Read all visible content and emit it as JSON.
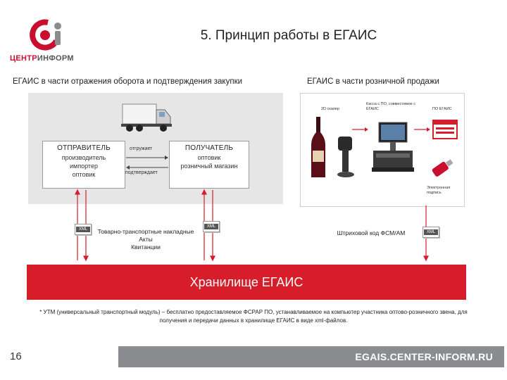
{
  "slide": {
    "title": "5. Принцип работы в ЕГАИС",
    "page_number": "16",
    "website": "EGAIS.CENTER-INFORM.RU"
  },
  "logo": {
    "part1": "ЦЕНТР",
    "part2": "ИНФОРМ",
    "brand_color": "#c8102e"
  },
  "left_section": {
    "heading": "ЕГАИС в части отражения оборота и подтверждения закупки",
    "sender": {
      "title": "ОТПРАВИТЕЛЬ",
      "lines": [
        "производитель",
        "импортер",
        "оптовик"
      ]
    },
    "receiver": {
      "title": "ПОЛУЧАТЕЛЬ",
      "lines": [
        "оптовик",
        "розничный магазин"
      ]
    },
    "ships_label": "отгружает",
    "confirms_label": "подтверждает",
    "documents": [
      "Товарно-транспортные накладные",
      "Акты",
      "Квитанции"
    ]
  },
  "right_section": {
    "heading": "ЕГАИС в части розничной продажи",
    "scanner_label": "2D сканер",
    "pos_label": "Касса с ПО, совместимое с ЕГАИС",
    "software_label": "ПО ЕГАИС",
    "signature_label": "Электронная подпись",
    "barcode_caption": "Штриховой код ФСМ/АМ"
  },
  "xml_badge": "XML",
  "storage": {
    "label": "Хранилище ЕГАИС",
    "color": "#d71d2a"
  },
  "footnote": "* УТМ (универсальный транспортный модуль) – бесплатно предоставляемое ФСРАР ПО, устанавливаемое на компьютер участника оптово-розничного звена, для получения и передачи данных в хранилище ЕГАИС в виде xml-файлов."
}
